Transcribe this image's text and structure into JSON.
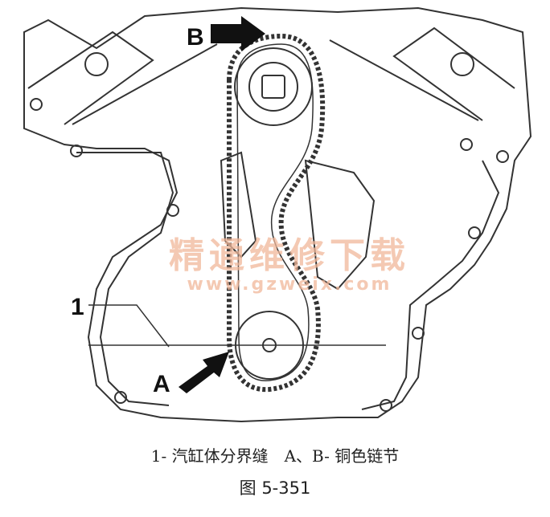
{
  "labels": {
    "one": "1",
    "a": "A",
    "b": "B"
  },
  "watermark": {
    "brand": "精通维修下载",
    "url": "www.gzweix.com"
  },
  "caption": "1- 汽缸体分界缝　A、B- 铜色链节",
  "figure_number": "图 5-351"
}
